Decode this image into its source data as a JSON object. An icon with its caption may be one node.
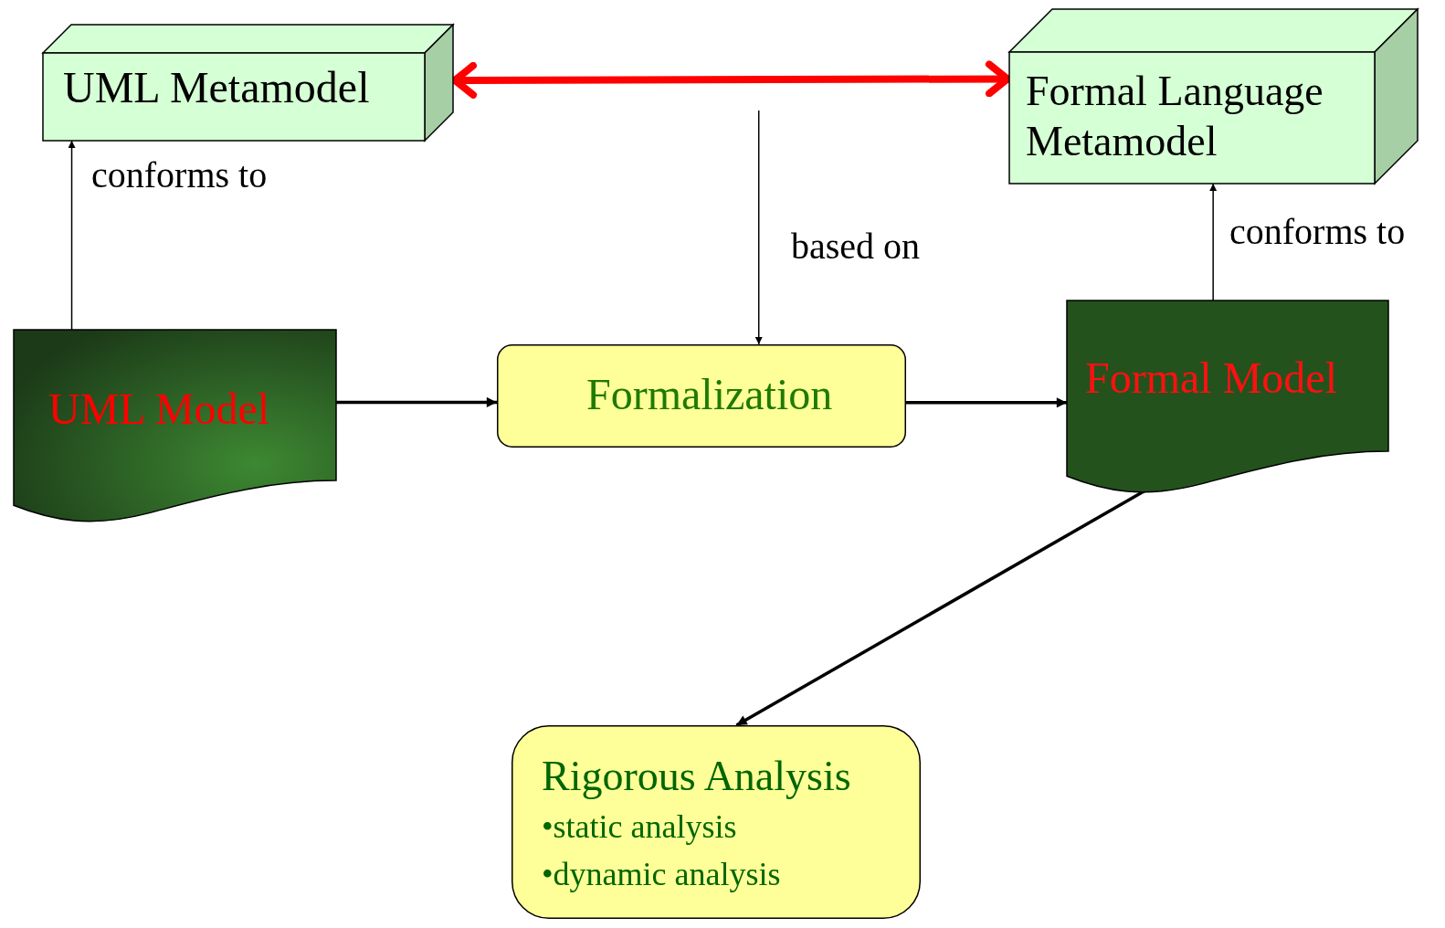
{
  "diagram": {
    "nodes": [
      {
        "text": [
          "UML Metamodel"
        ]
      },
      {
        "text": [
          "Formal Language Metamodel"
        ]
      },
      {
        "text": [
          "UML Model"
        ]
      },
      {
        "text": [
          "Formalization"
        ]
      },
      {
        "text": [
          "Formal Model"
        ]
      },
      {
        "text": [
          "Rigorous Analysis",
          "•static analysis",
          "•dynamic analysis"
        ]
      }
    ],
    "edges": [
      {
        "from": 0,
        "to": 1,
        "arrow": "both",
        "style": "thick",
        "color": "#ff0000"
      },
      {
        "from": 2,
        "to": 0,
        "arrow": "to",
        "label": "conforms to"
      },
      {
        "from": null,
        "to": 3,
        "arrow": "to",
        "label": "based on"
      },
      {
        "from": 4,
        "to": 1,
        "arrow": "to",
        "label": "conforms to"
      },
      {
        "from": 2,
        "to": 3,
        "arrow": "to"
      },
      {
        "from": 3,
        "to": 4,
        "arrow": "to"
      },
      {
        "from": 4,
        "to": 5,
        "arrow": "to"
      }
    ]
  }
}
